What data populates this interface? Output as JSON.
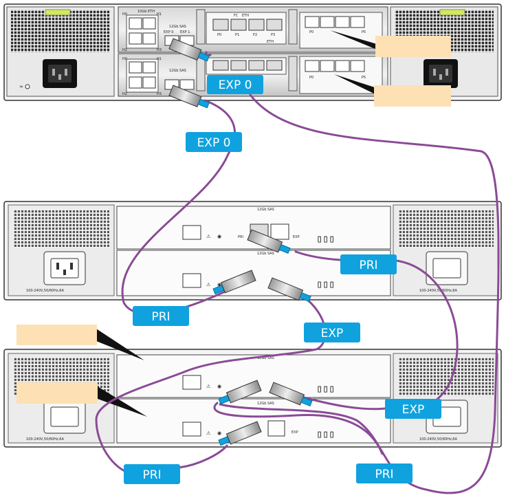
{
  "controller": {
    "ports": [
      "H0",
      "H1",
      "H2",
      "H3"
    ],
    "sas_label": "12Gb SAS",
    "exp_ports": [
      "EXP 0",
      "EXP 1"
    ],
    "module_labels": [
      "FC",
      "ETH"
    ],
    "fc_ports": [
      "P0",
      "P1",
      "P2",
      "P3"
    ],
    "eth_label": "10Gb ETH",
    "port_p0": "P0",
    "port_p3": "P3",
    "port_p5": "P5",
    "io_label": "ETH"
  },
  "enclosure": {
    "sas_label": "12Gb SAS",
    "pri_label": "PRI",
    "exp_label": "EXP",
    "power_rating": "100-240V,50/60Hz,6A"
  },
  "tags": {
    "ctrl_exp0_a": "EXP 0",
    "ctrl_exp0_b": "EXP 0",
    "enc1_pri_top": "PRI",
    "enc1_pri_bottom": "PRI",
    "enc1_exp": "EXP",
    "enc2_exp": "EXP",
    "enc2_pri_left": "PRI",
    "enc2_pri_right": "PRI"
  },
  "colors": {
    "tag_blue": "#0fa2df",
    "cable_purple": "#8a4a96",
    "callout_fill": "#fde0b4"
  }
}
